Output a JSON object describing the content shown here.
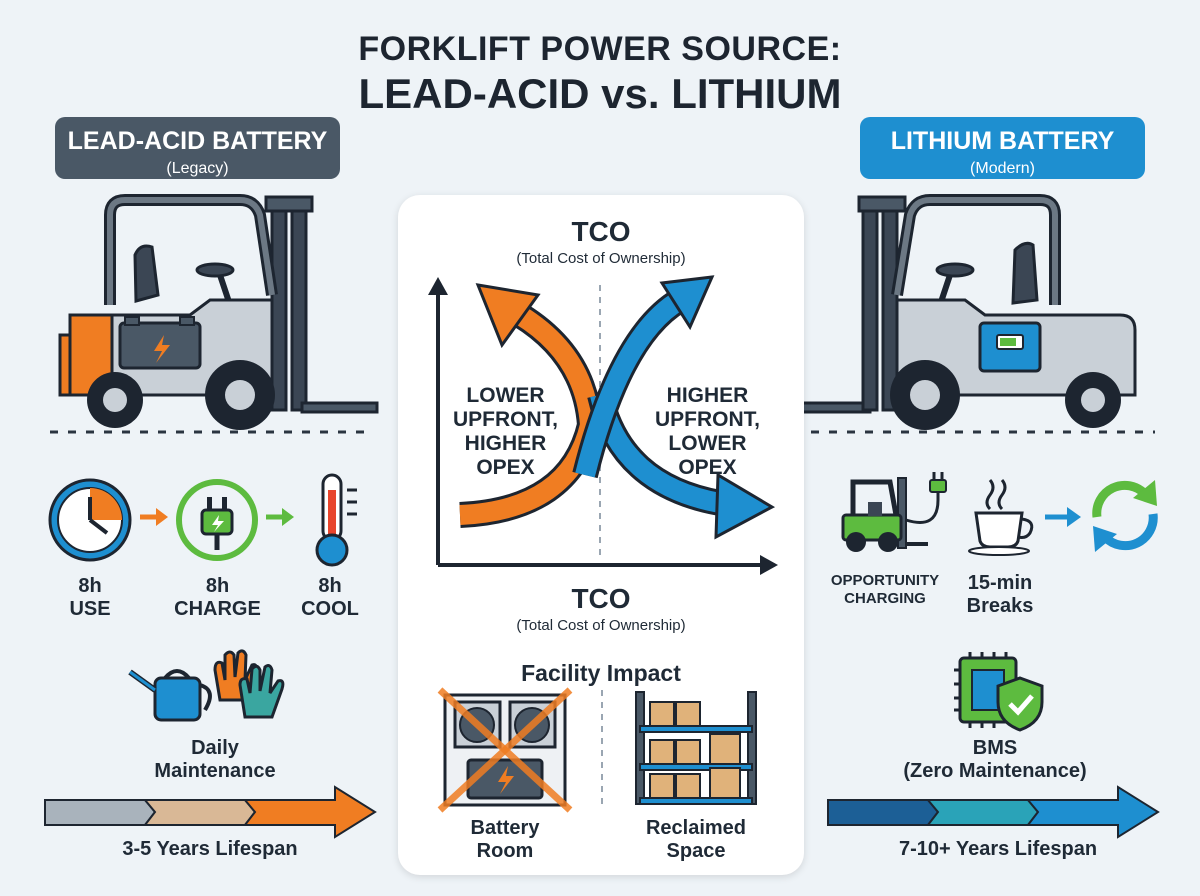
{
  "title": {
    "line1": "FORKLIFT POWER SOURCE:",
    "line2": "LEAD-ACID vs. LITHIUM"
  },
  "lead_acid": {
    "badge_title": "LEAD-ACID BATTERY",
    "badge_sub": "(Legacy)",
    "color": "#4a5866",
    "accent": "#f07d22",
    "cycle": [
      {
        "value": "8h",
        "label": "USE",
        "icon": "clock-icon"
      },
      {
        "value": "8h",
        "label": "CHARGE",
        "icon": "plug-icon"
      },
      {
        "value": "8h",
        "label": "COOL",
        "icon": "thermometer-icon"
      }
    ],
    "maintenance_line1": "Daily",
    "maintenance_line2": "Maintenance",
    "lifespan": "3-5 Years Lifespan"
  },
  "lithium": {
    "badge_title": "LITHIUM BATTERY",
    "badge_sub": "(Modern)",
    "color": "#1e8fd0",
    "accent": "#1e8fd0",
    "opportunity_line1": "OPPORTUNITY",
    "opportunity_line2": "CHARGING",
    "breaks_line1": "15-min",
    "breaks_line2": "Breaks",
    "bms_line1": "BMS",
    "bms_line2": "(Zero Maintenance)",
    "lifespan": "7-10+ Years Lifespan"
  },
  "center": {
    "tco_top_title": "TCO",
    "tco_top_sub": "(Total Cost of Ownership)",
    "left_curve_line1": "LOWER",
    "left_curve_line2": "UPFRONT,",
    "left_curve_line3": "HIGHER",
    "left_curve_line4": "OPEX",
    "right_curve_line1": "HIGHER",
    "right_curve_line2": "UPFRONT,",
    "right_curve_line3": "LOWER",
    "right_curve_line4": "OPEX",
    "tco_bottom_title": "TCO",
    "tco_bottom_sub": "(Total Cost of Ownership)",
    "facility_title": "Facility Impact",
    "battery_room_line1": "Battery",
    "battery_room_line2": "Room",
    "reclaimed_line1": "Reclaimed",
    "reclaimed_line2": "Space"
  }
}
